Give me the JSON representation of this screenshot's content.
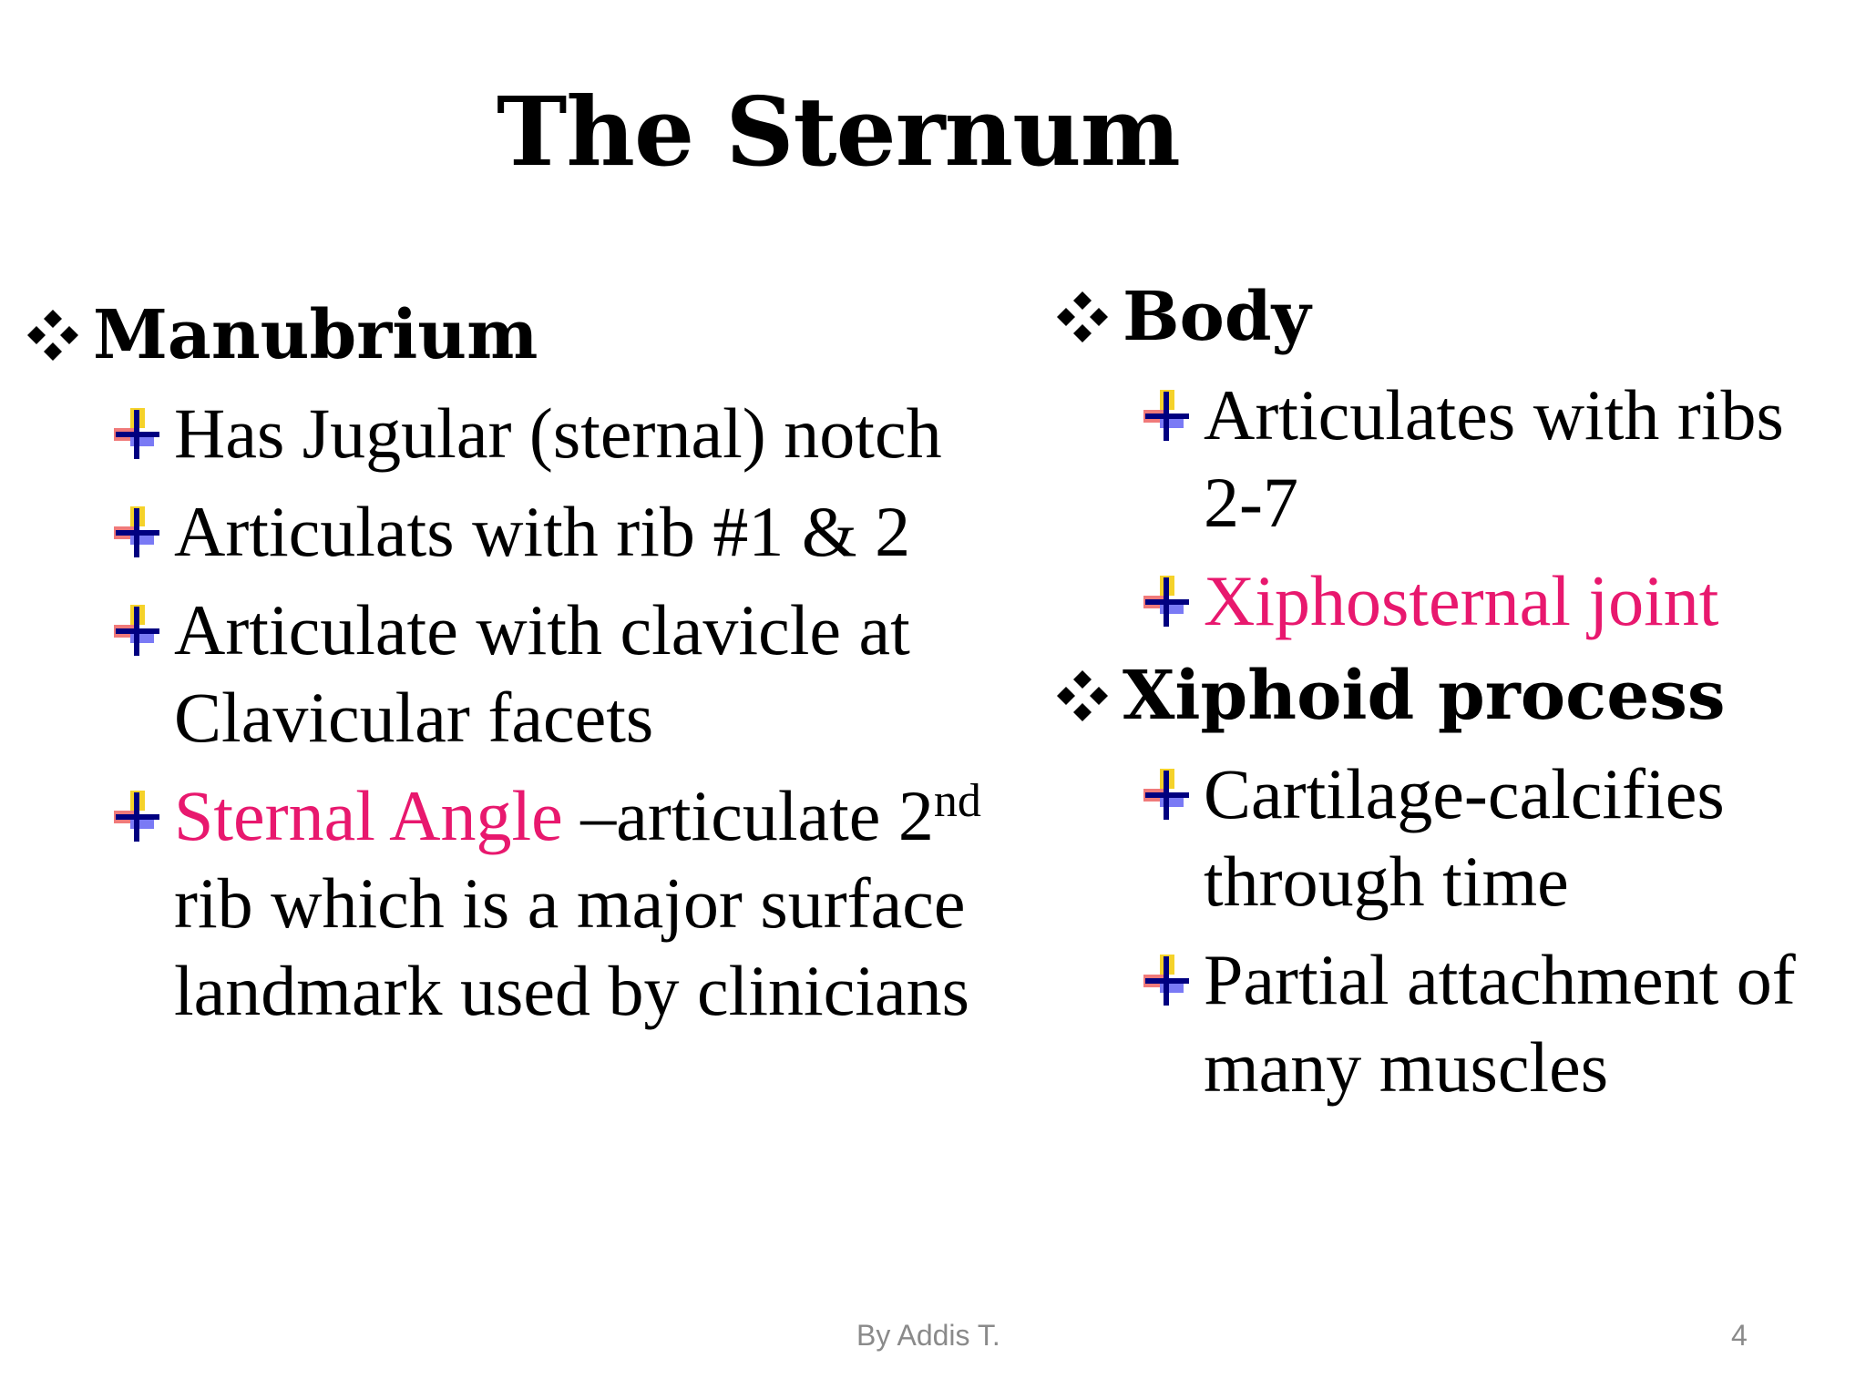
{
  "slide": {
    "title": "The Sternum",
    "author": "By Addis T.",
    "page_number": "4"
  },
  "left": {
    "heading": "Manubrium",
    "items": [
      "Has Jugular (sternal) notch",
      "Articulats with rib #1 & 2",
      "Articulate with clavicle at Clavicular facets"
    ],
    "angle_item": {
      "highlight": "Sternal Angle",
      "text_a": " –articulate 2",
      "sup": "nd",
      "text_b": " rib which is a major surface landmark used by clinicians"
    }
  },
  "right": {
    "body_heading": "Body",
    "body_items": [
      "Articulates with ribs 2-7"
    ],
    "body_highlight_item": "Xiphosternal joint",
    "xiphoid_heading": "Xiphoid process",
    "xiphoid_items": [
      "Cartilage-calcifies through time",
      "Partial attachment of many muscles"
    ]
  },
  "colors": {
    "highlight": "#e8186e",
    "footer": "#8a8a8a"
  },
  "icons": {
    "heading_bullet": "diamond-cluster-icon",
    "sub_bullet": "plus-cross-icon"
  }
}
